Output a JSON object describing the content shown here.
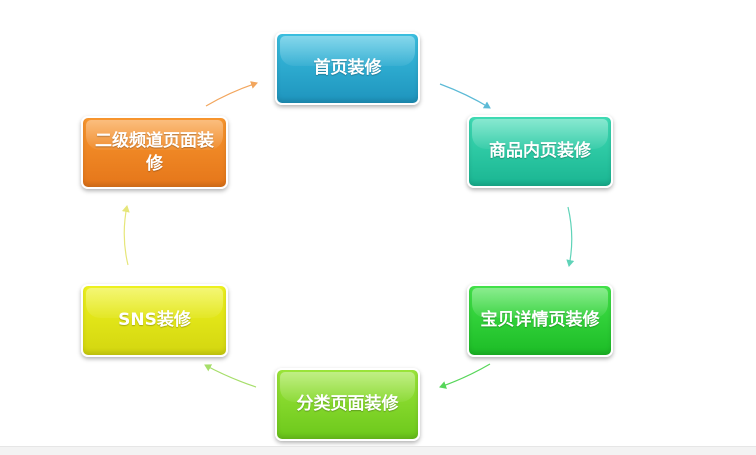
{
  "diagram": {
    "type": "cycle",
    "nodes": [
      {
        "id": "n1",
        "label": "首页装修",
        "color": "#2aa9d0"
      },
      {
        "id": "n2",
        "label": "商品内页装修",
        "color": "#27c9a2"
      },
      {
        "id": "n3",
        "label": "宝贝详情页装修",
        "color": "#2ccf35"
      },
      {
        "id": "n4",
        "label": "分类页面装修",
        "color": "#84d92a"
      },
      {
        "id": "n5",
        "label": "SNS装修",
        "color": "#e2e41a"
      },
      {
        "id": "n6",
        "label": "二级频道页面装修",
        "color": "#ef8624"
      }
    ],
    "arrows": [
      {
        "from": "n1",
        "to": "n2",
        "color": "#5cbad6"
      },
      {
        "from": "n2",
        "to": "n3",
        "color": "#5fd3b8"
      },
      {
        "from": "n3",
        "to": "n4",
        "color": "#57d65a"
      },
      {
        "from": "n4",
        "to": "n5",
        "color": "#a6de6a"
      },
      {
        "from": "n5",
        "to": "n6",
        "color": "#e6e67a"
      },
      {
        "from": "n6",
        "to": "n1",
        "color": "#f2a65e"
      }
    ]
  }
}
